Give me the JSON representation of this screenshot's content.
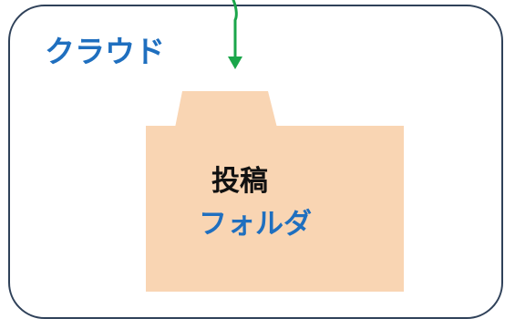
{
  "cloud": {
    "label": "クラウド",
    "border_color": "#2f4159",
    "label_color": "#1f6fbf"
  },
  "arrow": {
    "icon": "down-arrow-icon",
    "color": "#1aa64a"
  },
  "folder": {
    "icon": "folder-icon",
    "line1": "投稿",
    "line2": "フォルダ",
    "fill_color": "#f9d5b3"
  }
}
